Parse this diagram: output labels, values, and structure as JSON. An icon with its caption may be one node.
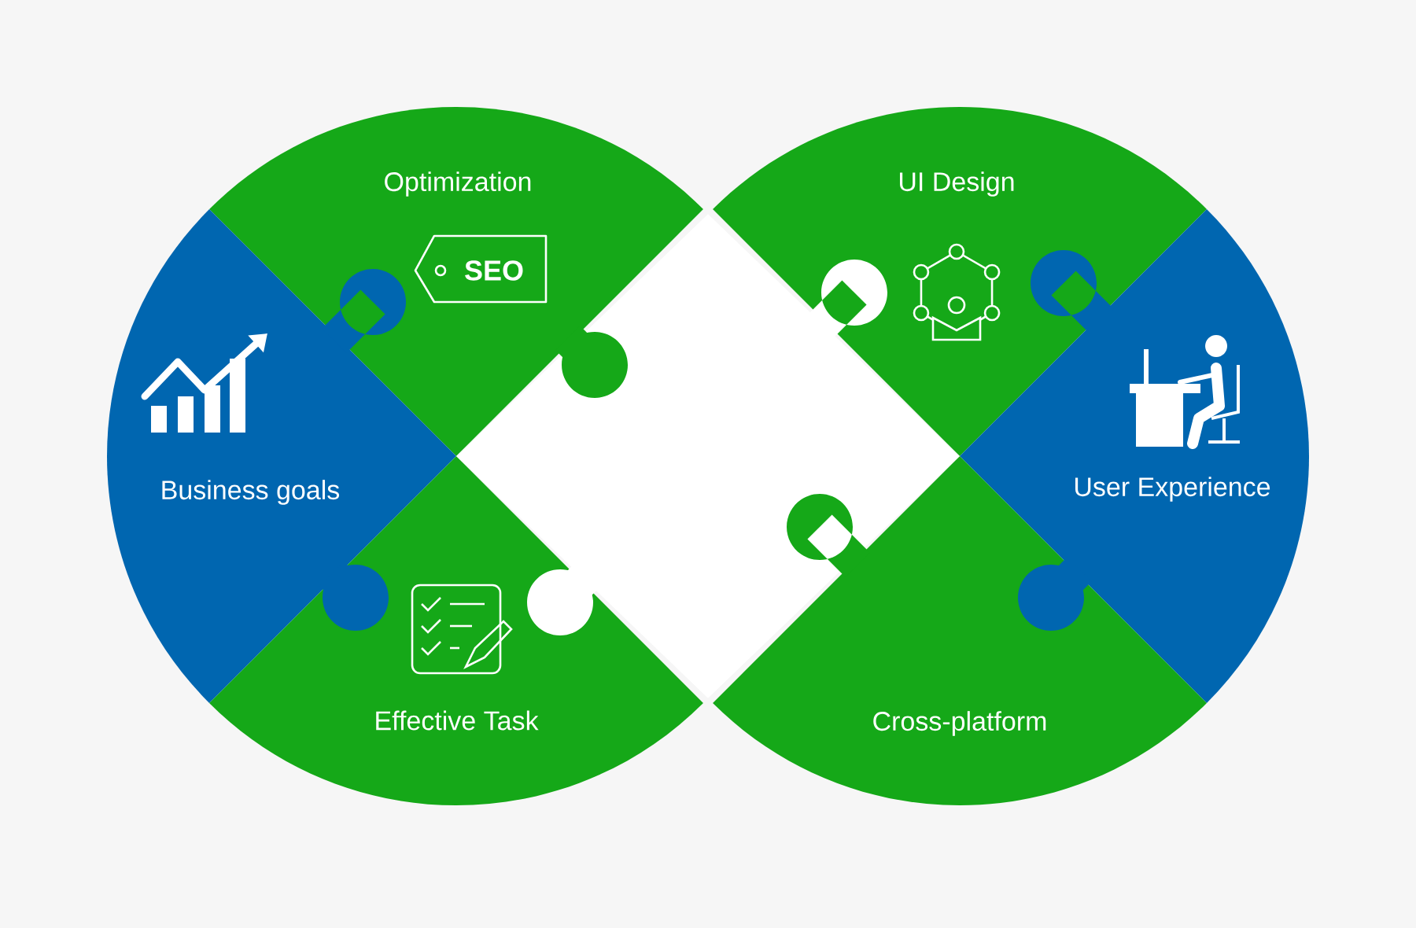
{
  "diagram": {
    "nodes": [
      {
        "text": [
          "Optimization",
          "SEO"
        ]
      },
      {
        "text": [
          "UI Design"
        ]
      },
      {
        "text": [
          "Business goals"
        ]
      },
      {
        "text": [],
        "shape": "diamond"
      },
      {
        "text": [
          "User Experience"
        ]
      },
      {
        "text": [
          "Effective Task"
        ]
      },
      {
        "text": [
          "Cross-platform"
        ]
      }
    ]
  }
}
